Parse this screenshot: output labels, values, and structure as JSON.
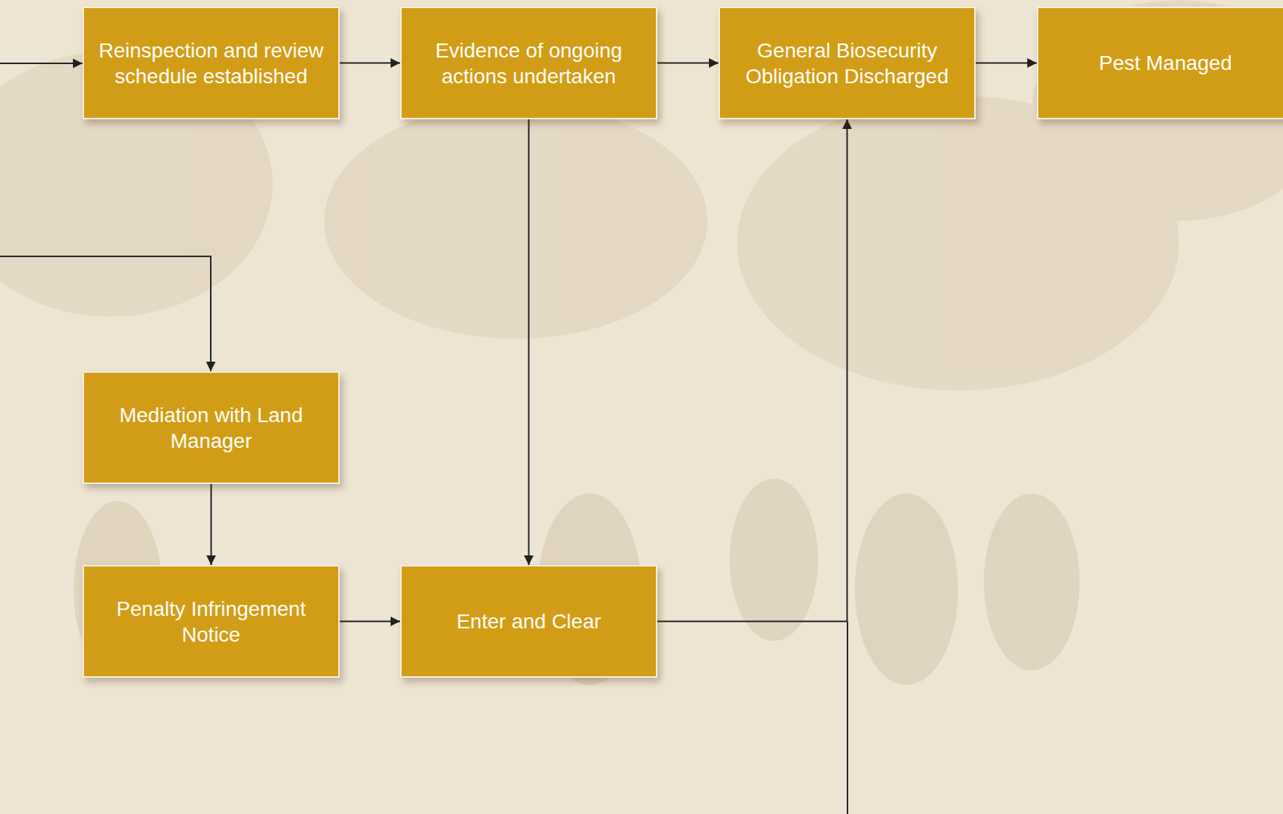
{
  "diagram": {
    "nodes": [
      {
        "text": [
          "Reinspection and review schedule established"
        ]
      },
      {
        "text": [
          "Evidence of ongoing actions undertaken"
        ]
      },
      {
        "text": [
          "General Biosecurity Obligation Discharged"
        ]
      },
      {
        "text": [
          "Pest Managed"
        ]
      },
      {
        "text": [
          "Mediation with Land Manager"
        ]
      },
      {
        "text": [
          "Penalty Infringement Notice"
        ]
      },
      {
        "text": [
          "Enter and Clear"
        ]
      }
    ],
    "edges": [
      {
        "from": 0,
        "to": 1,
        "arrow": "to"
      },
      {
        "from": 1,
        "to": 2,
        "arrow": "to"
      },
      {
        "from": 2,
        "to": 3,
        "arrow": "to"
      },
      {
        "from": 1,
        "to": 6,
        "arrow": "to"
      },
      {
        "from": 4,
        "to": 5,
        "arrow": "to"
      },
      {
        "from": 5,
        "to": 6,
        "arrow": "to"
      },
      {
        "from": 6,
        "to": 2,
        "arrow": "to"
      }
    ]
  }
}
